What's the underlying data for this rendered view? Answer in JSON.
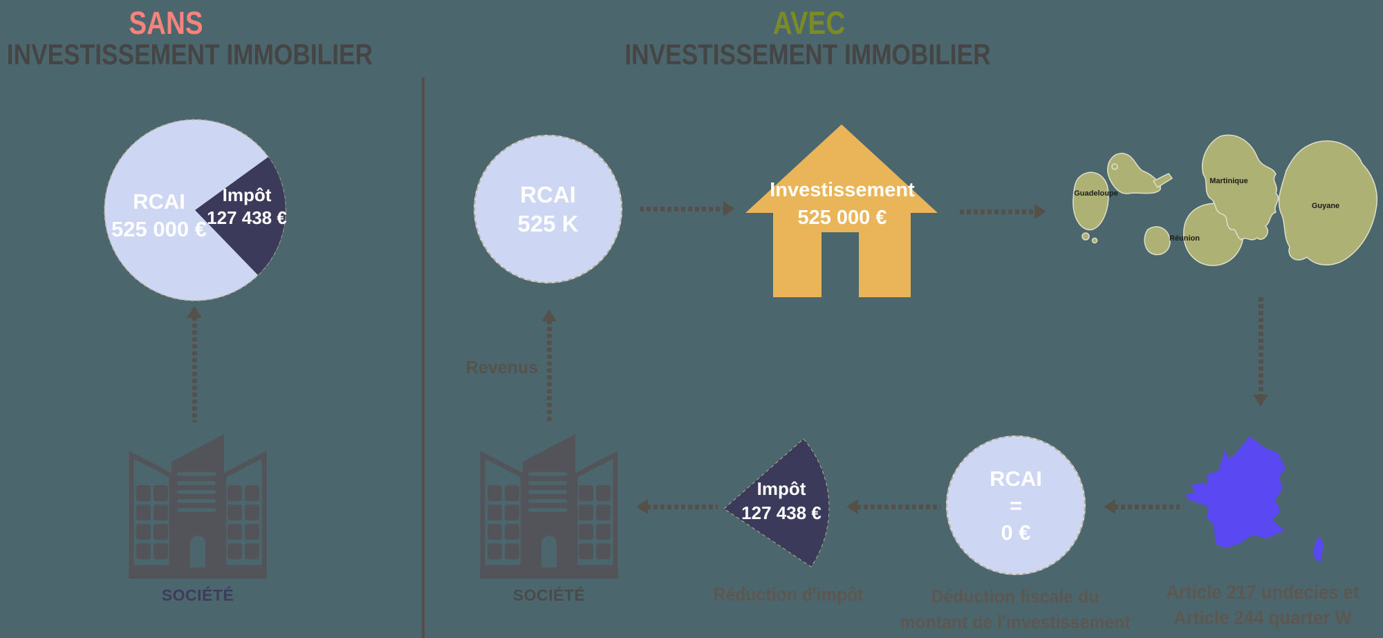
{
  "left": {
    "title_accent": "SANS",
    "title_main": "INVESTISSEMENT IMMOBILIER",
    "pie": {
      "main_label": "RCAI",
      "main_value": "525 000 €",
      "slice_label": "Impôt",
      "slice_value": "127 438 €",
      "rcai_amount_eur": 525000,
      "tax_amount_eur": 127438
    },
    "company_label": "SOCIÉTÉ"
  },
  "right": {
    "title_accent": "AVEC",
    "title_main": "INVESTISSEMENT IMMOBILIER",
    "rcai_circle": {
      "line1": "RCAI",
      "line2": "525 K"
    },
    "house": {
      "line1": "Investissement",
      "line2": "525 000 €"
    },
    "islands": [
      "Guadeloupe",
      "Martinique",
      "Réunion",
      "Guyane"
    ],
    "revenus_label": "Revenus",
    "company_label": "SOCIÉTÉ",
    "wedge": {
      "line1": "Impôt",
      "line2": "127 438 €"
    },
    "wedge_caption": "Réduction d'impôt",
    "deduction_circle": {
      "line1": "RCAI",
      "line2": "=",
      "line3": "0 €"
    },
    "deduction_caption_line1": "Déduction fiscale du",
    "deduction_caption_line2": "montant de l'investissement",
    "article_caption_line1": "Article 217 undecies et",
    "article_caption_line2": "Article 244 quarter W"
  },
  "colors": {
    "background": "#4c666d",
    "accent_sans": "#f8827c",
    "accent_avec": "#7c8b26",
    "heading_gray": "#454545",
    "circle_light_blue": "#cdd7f3",
    "tax_navy": "#3c3a5b",
    "house_orange": "#eab458",
    "islands_olive": "#adb173",
    "france_blue": "#5a48f2",
    "building_gray": "#53545a",
    "arrow_gray": "#55504a",
    "caption_gray": "#5d5751"
  }
}
